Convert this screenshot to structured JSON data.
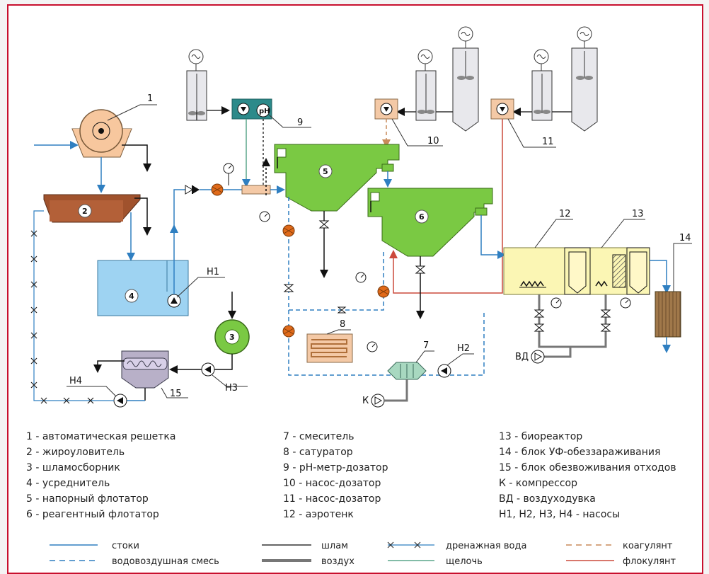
{
  "numbers": {
    "n1": "1",
    "n2": "2",
    "n3": "3",
    "n4": "4",
    "n5": "5",
    "n6": "6",
    "n7": "7",
    "n8": "8",
    "n9": "9",
    "n10": "10",
    "n11": "11",
    "n12": "12",
    "n13": "13",
    "n14": "14",
    "n15": "15"
  },
  "tags": {
    "h1": "Н1",
    "h2": "Н2",
    "h3": "Н3",
    "h4": "Н4",
    "vd": "ВД",
    "k": "К",
    "ph": "pH"
  },
  "key": {
    "col1": [
      "1 - автоматическая решетка",
      "2 - жироуловитель",
      "3 - шламосборник",
      "4 - усреднитель",
      "5 - напорный флотатор",
      "6 - реагентный флотатор"
    ],
    "col2": [
      "7 - смеситель",
      "8 - сатуратор",
      "9 - pH-метр-дозатор",
      "10 - насос-дозатор",
      "11 - насос-дозатор",
      "12 - аэротенк"
    ],
    "col3": [
      "13 - биореактор",
      "14 - блок УФ-обеззараживания",
      "15 - блок обезвоживания отходов",
      "К - компрессор",
      "ВД - воздуходувка",
      "Н1, Н2, Н3, Н4 - насосы"
    ]
  },
  "legend": {
    "stoki": "стоки",
    "shlam": "шлам",
    "drain": "дренажная вода",
    "koag": "коагулянт",
    "vodovozd": "водовоздушная смесь",
    "vozduh": "воздух",
    "shchel": "щелочь",
    "flok": "флокулянт"
  },
  "colors": {
    "water": "#2f7fc1",
    "green": "#7ac943",
    "brown": "#a0522d",
    "equalizer": "#9ed3f2",
    "bio": "#fbf6b4",
    "coag": "#d9a070",
    "floc": "#cc4a3c",
    "alkali": "#5aa58a",
    "ph_box": "#2c8a8a"
  }
}
